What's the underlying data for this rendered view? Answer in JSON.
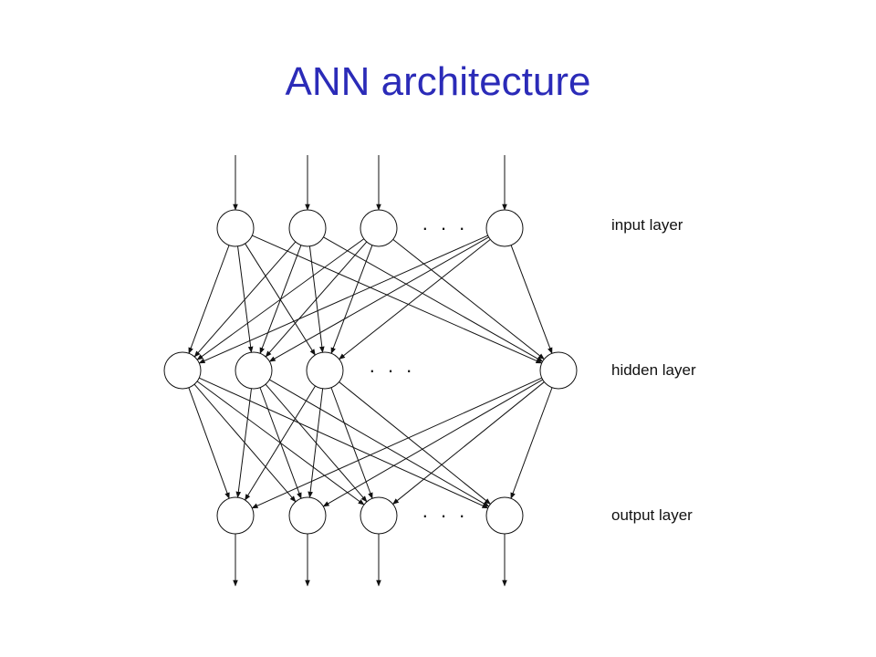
{
  "title": "ANN architecture",
  "colors": {
    "title": "#2b2bb8",
    "lines": "#111111",
    "nodes_fill": "#ffffff"
  },
  "layers": [
    {
      "id": "input",
      "label": "input layer",
      "visible_nodes": 4
    },
    {
      "id": "hidden",
      "label": "hidden layer",
      "visible_nodes": 4
    },
    {
      "id": "output",
      "label": "output layer",
      "visible_nodes": 4
    }
  ],
  "ellipsis": ". . .",
  "connectivity": "fully-connected"
}
